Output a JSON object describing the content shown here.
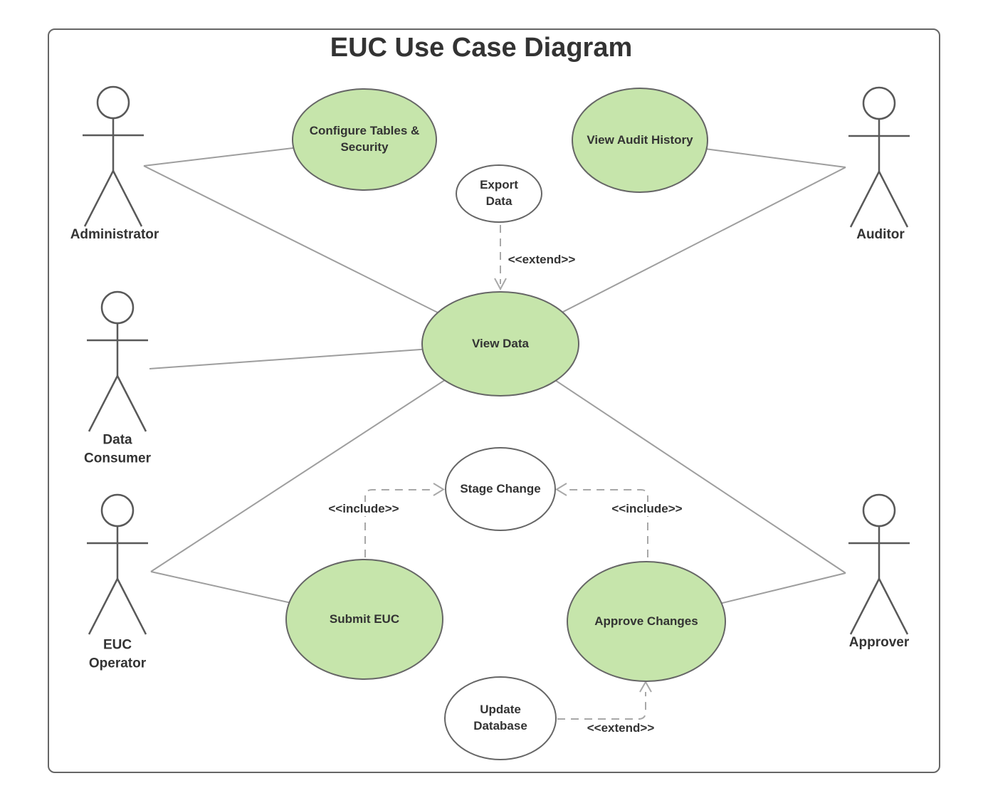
{
  "title": "EUC Use Case Diagram",
  "actors": {
    "administrator": {
      "label": "Administrator"
    },
    "data_consumer": {
      "label": "Data\nConsumer"
    },
    "euc_operator": {
      "label": "EUC\nOperator"
    },
    "auditor": {
      "label": "Auditor"
    },
    "approver": {
      "label": "Approver"
    }
  },
  "use_cases": {
    "configure_tables_security": {
      "label": "Configure Tables & Security",
      "fill": "#c6e5ab"
    },
    "view_audit_history": {
      "label": "View Audit History",
      "fill": "#c6e5ab"
    },
    "export_data": {
      "label": "Export Data",
      "fill": "#ffffff"
    },
    "view_data": {
      "label": "View Data",
      "fill": "#c6e5ab"
    },
    "stage_change": {
      "label": "Stage Change",
      "fill": "#ffffff"
    },
    "submit_euc": {
      "label": "Submit EUC",
      "fill": "#c6e5ab"
    },
    "approve_changes": {
      "label": "Approve Changes",
      "fill": "#c6e5ab"
    },
    "update_database": {
      "label": "Update Database",
      "fill": "#ffffff"
    }
  },
  "relationship_labels": {
    "extend_top": "<<extend>>",
    "include_left": "<<include>>",
    "include_right": "<<include>>",
    "extend_bottom": "<<extend>>"
  },
  "colors": {
    "use_case_green": "#c6e5ab",
    "use_case_white": "#ffffff",
    "shape_border": "#666666",
    "association_line": "#9e9e9e",
    "dashed_line": "#a8a8a8",
    "text": "#333333"
  }
}
